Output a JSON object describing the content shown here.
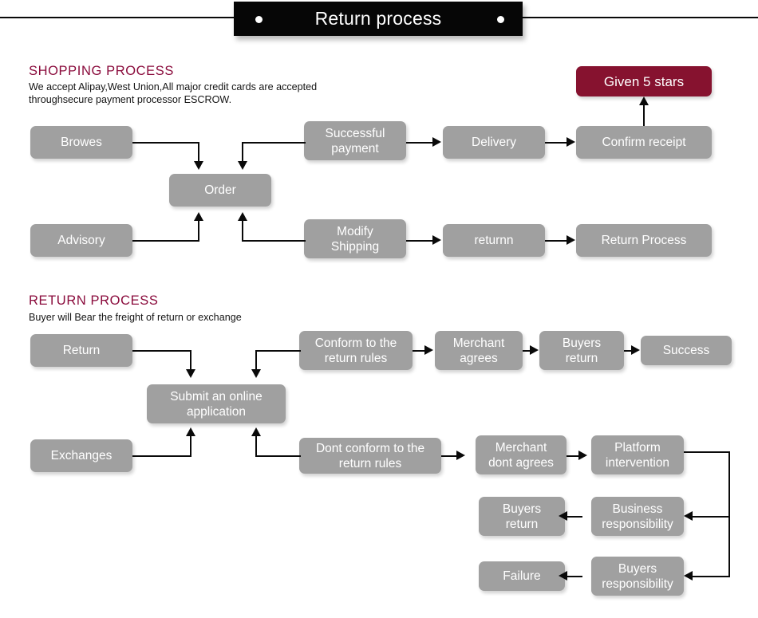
{
  "header": {
    "title": "Return process",
    "dot_left": "decorative-dot",
    "dot_right": "decorative-dot"
  },
  "shopping_section": {
    "heading": "SHOPPING PROCESS",
    "description": "We accept Alipay,West Union,All major credit cards are accepted\nthroughsecure payment processor ESCROW."
  },
  "return_section": {
    "heading": "RETURN PROCESS",
    "description": "Buyer will Bear the freight of return or exchange"
  },
  "colors": {
    "box_gray": "#a0a0a0",
    "accent_crimson": "#86122f",
    "heading_maroon": "#8a0b3c",
    "banner_black": "#060606",
    "box_text": "#ffffff"
  },
  "shopping_nodes": {
    "browes": "Browes",
    "order": "Order",
    "successful_payment": "Successful\npayment",
    "delivery": "Delivery",
    "confirm_receipt": "Confirm receipt",
    "given_5_stars": "Given 5 stars",
    "advisory": "Advisory",
    "modify_shipping": "Modify\nShipping",
    "returnn": "returnn",
    "return_process": "Return Process"
  },
  "return_nodes": {
    "return": "Return",
    "submit_online_application": "Submit an online\napplication",
    "conform_to_rules": "Conform to the\nreturn rules",
    "merchant_agrees": "Merchant\nagrees",
    "buyers_return_top": "Buyers\nreturn",
    "success": "Success",
    "exchanges": "Exchanges",
    "dont_conform_to_rules": "Dont conform to the\nreturn rules",
    "merchant_dont_agrees": "Merchant\ndont agrees",
    "platform_intervention": "Platform\nintervention",
    "business_responsibility": "Business\nresponsibility",
    "buyers_return_mid": "Buyers\nreturn",
    "buyers_responsibility": "Buyers\nresponsibility",
    "failure": "Failure"
  }
}
